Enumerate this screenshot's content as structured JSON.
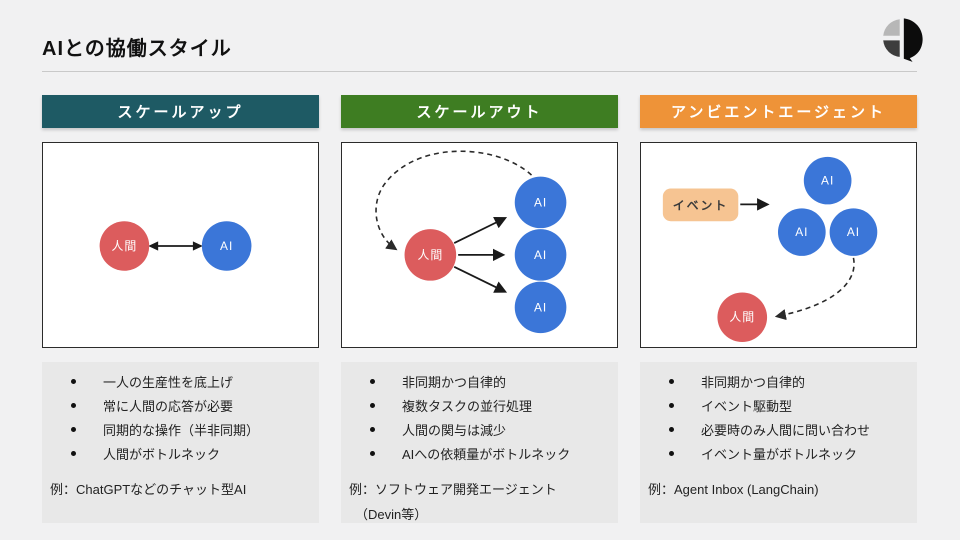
{
  "header": {
    "title": "AIとの協働スタイル",
    "logo_icon": "pie-leaf-logo"
  },
  "labels": {
    "human": "人間",
    "ai": "AI",
    "event": "イベント"
  },
  "colors": {
    "human_node": "#dc5c5d",
    "ai_node": "#3b76d8",
    "event_node": "#f6c492",
    "header_scale_up": "#1e5a64",
    "header_scale_out": "#3e7d22",
    "header_ambient": "#ee9338",
    "divider": "#c9c9c9",
    "notes_bg": "#e8e8e8"
  },
  "columns": [
    {
      "header": "スケールアップ",
      "header_color": "#1e5a64",
      "bullets": [
        "一人の生産性を底上げ",
        "常に人間の応答が必要",
        "同期的な操作（半非同期）",
        "人間がボトルネック"
      ],
      "example": "例：ChatGPTなどのチャット型AI"
    },
    {
      "header": "スケールアウト",
      "header_color": "#3e7d22",
      "bullets": [
        "非同期かつ自律的",
        "複数タスクの並行処理",
        "人間の関与は減少",
        "AIへの依頼量がボトルネック"
      ],
      "example": "例：ソフトウェア開発エージェント",
      "example_line2": "（Devin等）"
    },
    {
      "header": "アンビエントエージェント",
      "header_color": "#ee9338",
      "bullets": [
        "非同期かつ自律的",
        "イベント駆動型",
        "必要時のみ人間に問い合わせ",
        "イベント量がボトルネック"
      ],
      "example": "例：Agent Inbox (LangChain)"
    }
  ]
}
